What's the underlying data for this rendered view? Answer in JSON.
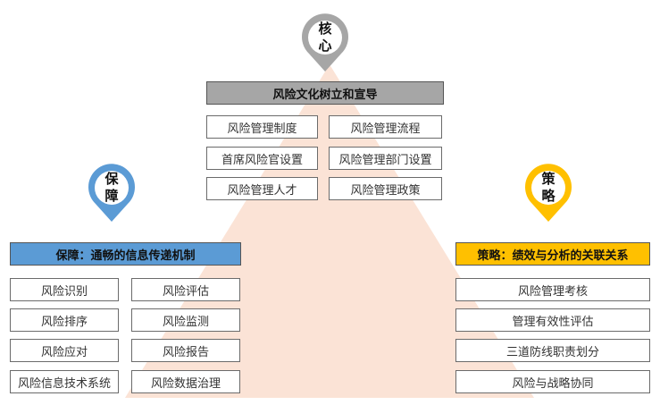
{
  "colors": {
    "triangle": "#FBE3D6",
    "core_pin": "#A6A6A6",
    "core_header": "#A6A6A6",
    "support_pin": "#5B9BD5",
    "support_header": "#5B9BD5",
    "strategy_pin": "#FFC000",
    "strategy_header": "#FFC000"
  },
  "core": {
    "pin_chars": [
      "核",
      "心"
    ],
    "header": "风险文化树立和宣导",
    "left_items": [
      "风险管理制度",
      "首席风险官设置",
      "风险管理人才"
    ],
    "right_items": [
      "风险管理流程",
      "风险管理部门设置",
      "风险管理政策"
    ]
  },
  "support": {
    "pin_chars": [
      "保",
      "障"
    ],
    "header": "保障：通畅的信息传递机制",
    "left_items": [
      "风险识别",
      "风险排序",
      "风险应对",
      "风险信息技术系统"
    ],
    "right_items": [
      "风险评估",
      "风险监测",
      "风险报告",
      "风险数据治理"
    ]
  },
  "strategy": {
    "pin_chars": [
      "策",
      "略"
    ],
    "header": "策略：绩效与分析的关联关系",
    "items": [
      "风险管理考核",
      "管理有效性评估",
      "三道防线职责划分",
      "风险与战略协同"
    ]
  }
}
